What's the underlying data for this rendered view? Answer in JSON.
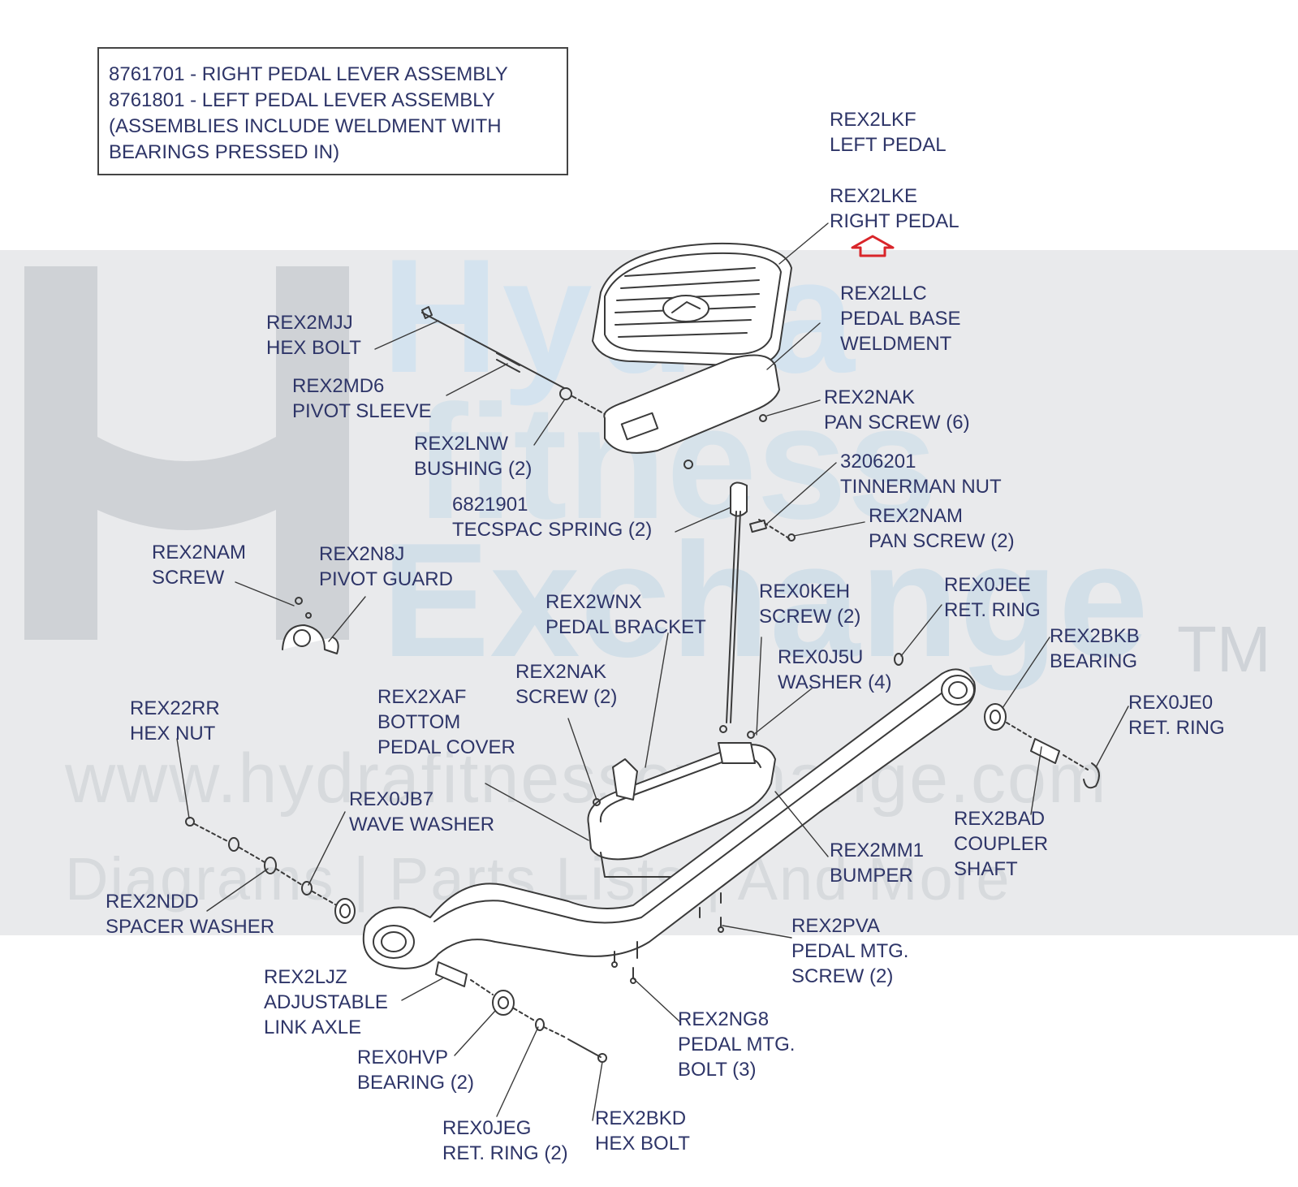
{
  "watermark": {
    "brand_line1": "Hydra",
    "brand_line2": "fitness",
    "brand_line3": "Exchange",
    "trademark": "TM",
    "url": "www.hydrafitnessexchange.com",
    "tagline": "Diagrams | Parts Lists | And More"
  },
  "assembly_note": {
    "lines": [
      "8761701 - RIGHT PEDAL LEVER ASSEMBLY",
      "8761801 - LEFT PEDAL LEVER ASSEMBLY",
      "(ASSEMBLIES INCLUDE WELDMENT WITH",
      "BEARINGS PRESSED IN)"
    ]
  },
  "parts": [
    {
      "part": "REX2LKF",
      "desc": "LEFT PEDAL"
    },
    {
      "part": "REX2LKE",
      "desc": "RIGHT PEDAL"
    },
    {
      "part": "REX2LLC",
      "desc": "PEDAL BASE",
      "desc2": "WELDMENT"
    },
    {
      "part": "REX2MJJ",
      "desc": "HEX BOLT"
    },
    {
      "part": "REX2MD6",
      "desc": "PIVOT SLEEVE"
    },
    {
      "part": "REX2NAK",
      "desc": "PAN SCREW (6)"
    },
    {
      "part": "REX2LNW",
      "desc": "BUSHING (2)"
    },
    {
      "part": "3206201",
      "desc": "TINNERMAN NUT"
    },
    {
      "part": "6821901",
      "desc": "TECSPAC SPRING (2)"
    },
    {
      "part": "REX2NAM",
      "desc": "PAN SCREW (2)"
    },
    {
      "part": "REX2NAM",
      "desc": "SCREW"
    },
    {
      "part": "REX2N8J",
      "desc": "PIVOT GUARD"
    },
    {
      "part": "REX2WNX",
      "desc": "PEDAL BRACKET"
    },
    {
      "part": "REX0KEH",
      "desc": "SCREW (2)"
    },
    {
      "part": "REX0JEE",
      "desc": "RET. RING"
    },
    {
      "part": "REX2BKB",
      "desc": "BEARING"
    },
    {
      "part": "REX0J5U",
      "desc": "WASHER (4)"
    },
    {
      "part": "REX2NAK",
      "desc": "SCREW (2)"
    },
    {
      "part": "REX0JE0",
      "desc": "RET. RING"
    },
    {
      "part": "REX22RR",
      "desc": "HEX NUT"
    },
    {
      "part": "REX2XAF",
      "desc": "BOTTOM",
      "desc2": "PEDAL COVER"
    },
    {
      "part": "REX0JB7",
      "desc": "WAVE WASHER"
    },
    {
      "part": "REX2BAD",
      "desc": "COUPLER",
      "desc2": "SHAFT"
    },
    {
      "part": "REX2MM1",
      "desc": "BUMPER"
    },
    {
      "part": "REX2NDD",
      "desc": "SPACER WASHER"
    },
    {
      "part": "REX2PVA",
      "desc": "PEDAL MTG.",
      "desc2": "SCREW (2)"
    },
    {
      "part": "REX2LJZ",
      "desc": "ADJUSTABLE",
      "desc2": "LINK AXLE"
    },
    {
      "part": "REX2NG8",
      "desc": "PEDAL MTG.",
      "desc2": "BOLT (3)"
    },
    {
      "part": "REX0HVP",
      "desc": "BEARING (2)"
    },
    {
      "part": "REX0JEG",
      "desc": "RET. RING (2)"
    },
    {
      "part": "REX2BKD",
      "desc": "HEX BOLT"
    }
  ],
  "colors": {
    "label_text": "#2e3568",
    "line_art": "#3a3a3a",
    "highlight_arrow": "#d9252a",
    "watermark_band": "#e9eaec"
  }
}
